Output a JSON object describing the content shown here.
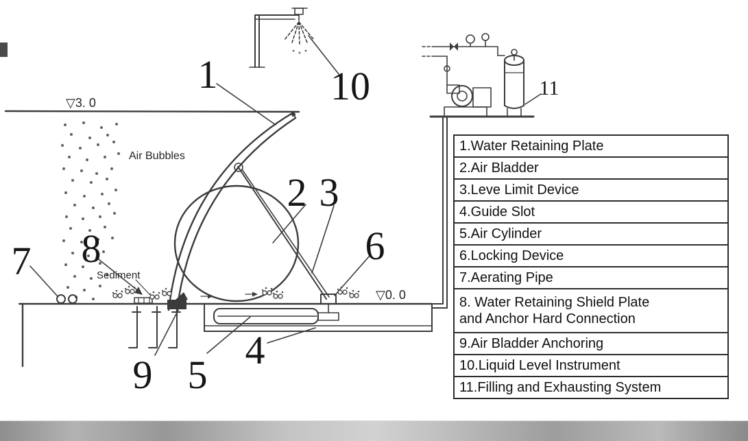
{
  "diagram": {
    "callouts": {
      "c1": "1",
      "c2": "2",
      "c3": "3",
      "c4": "4",
      "c5": "5",
      "c6": "6",
      "c7": "7",
      "c8": "8",
      "c9": "9",
      "c10": "10",
      "c11": "11"
    },
    "annotations": {
      "upper_water_level": "▽3. 0",
      "lower_water_level": "▽0. 0",
      "air_bubbles": "Air Bubbles",
      "sediment": "Sediment"
    }
  },
  "legend": {
    "items": [
      {
        "label": "1.Water Retaining Plate"
      },
      {
        "label": "2.Air Bladder"
      },
      {
        "label": "3.Leve Limit Device"
      },
      {
        "label": "4.Guide Slot"
      },
      {
        "label": "5.Air Cylinder"
      },
      {
        "label": "6.Locking Device"
      },
      {
        "label": "7.Aerating Pipe"
      },
      {
        "label": "8. Water Retaining Shield Plate\nand Anchor Hard Connection"
      },
      {
        "label": "9.Air Bladder Anchoring"
      },
      {
        "label": "10.Liquid Level Instrument"
      },
      {
        "label": "11.Filling and Exhausting System"
      }
    ]
  },
  "colors": {
    "line": "#3b3b3b",
    "text": "#0f0f0f"
  }
}
